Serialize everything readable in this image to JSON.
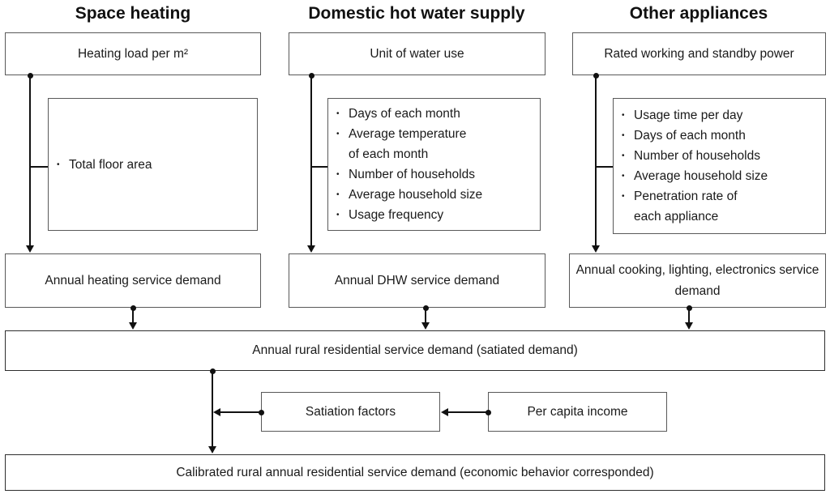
{
  "bullet": "•",
  "diagram": {
    "columns": [
      {
        "title": "Space heating",
        "input_box": "Heating load per m²",
        "factors": [
          "Total floor area"
        ],
        "output_box": "Annual heating service demand"
      },
      {
        "title": "Domestic hot water supply",
        "input_box": "Unit of water use",
        "factors": [
          "Days of each month",
          "Average temperature\nof each month",
          "Number of households",
          "Average household size",
          "Usage frequency"
        ],
        "output_box": "Annual DHW service demand"
      },
      {
        "title": "Other appliances",
        "input_box": "Rated working and standby power",
        "factors": [
          "Usage time per day",
          "Days of each month",
          "Number of households",
          "Average household size",
          "Penetration rate of\neach appliance"
        ],
        "output_box": "Annual cooking, lighting, electronics service demand"
      }
    ],
    "aggregate_box": "Annual rural residential service demand (satiated demand)",
    "satiation_box": "Satiation factors",
    "income_box": "Per capita income",
    "calibrated_box": "Calibrated rural annual residential service demand (economic behavior corresponded)"
  }
}
